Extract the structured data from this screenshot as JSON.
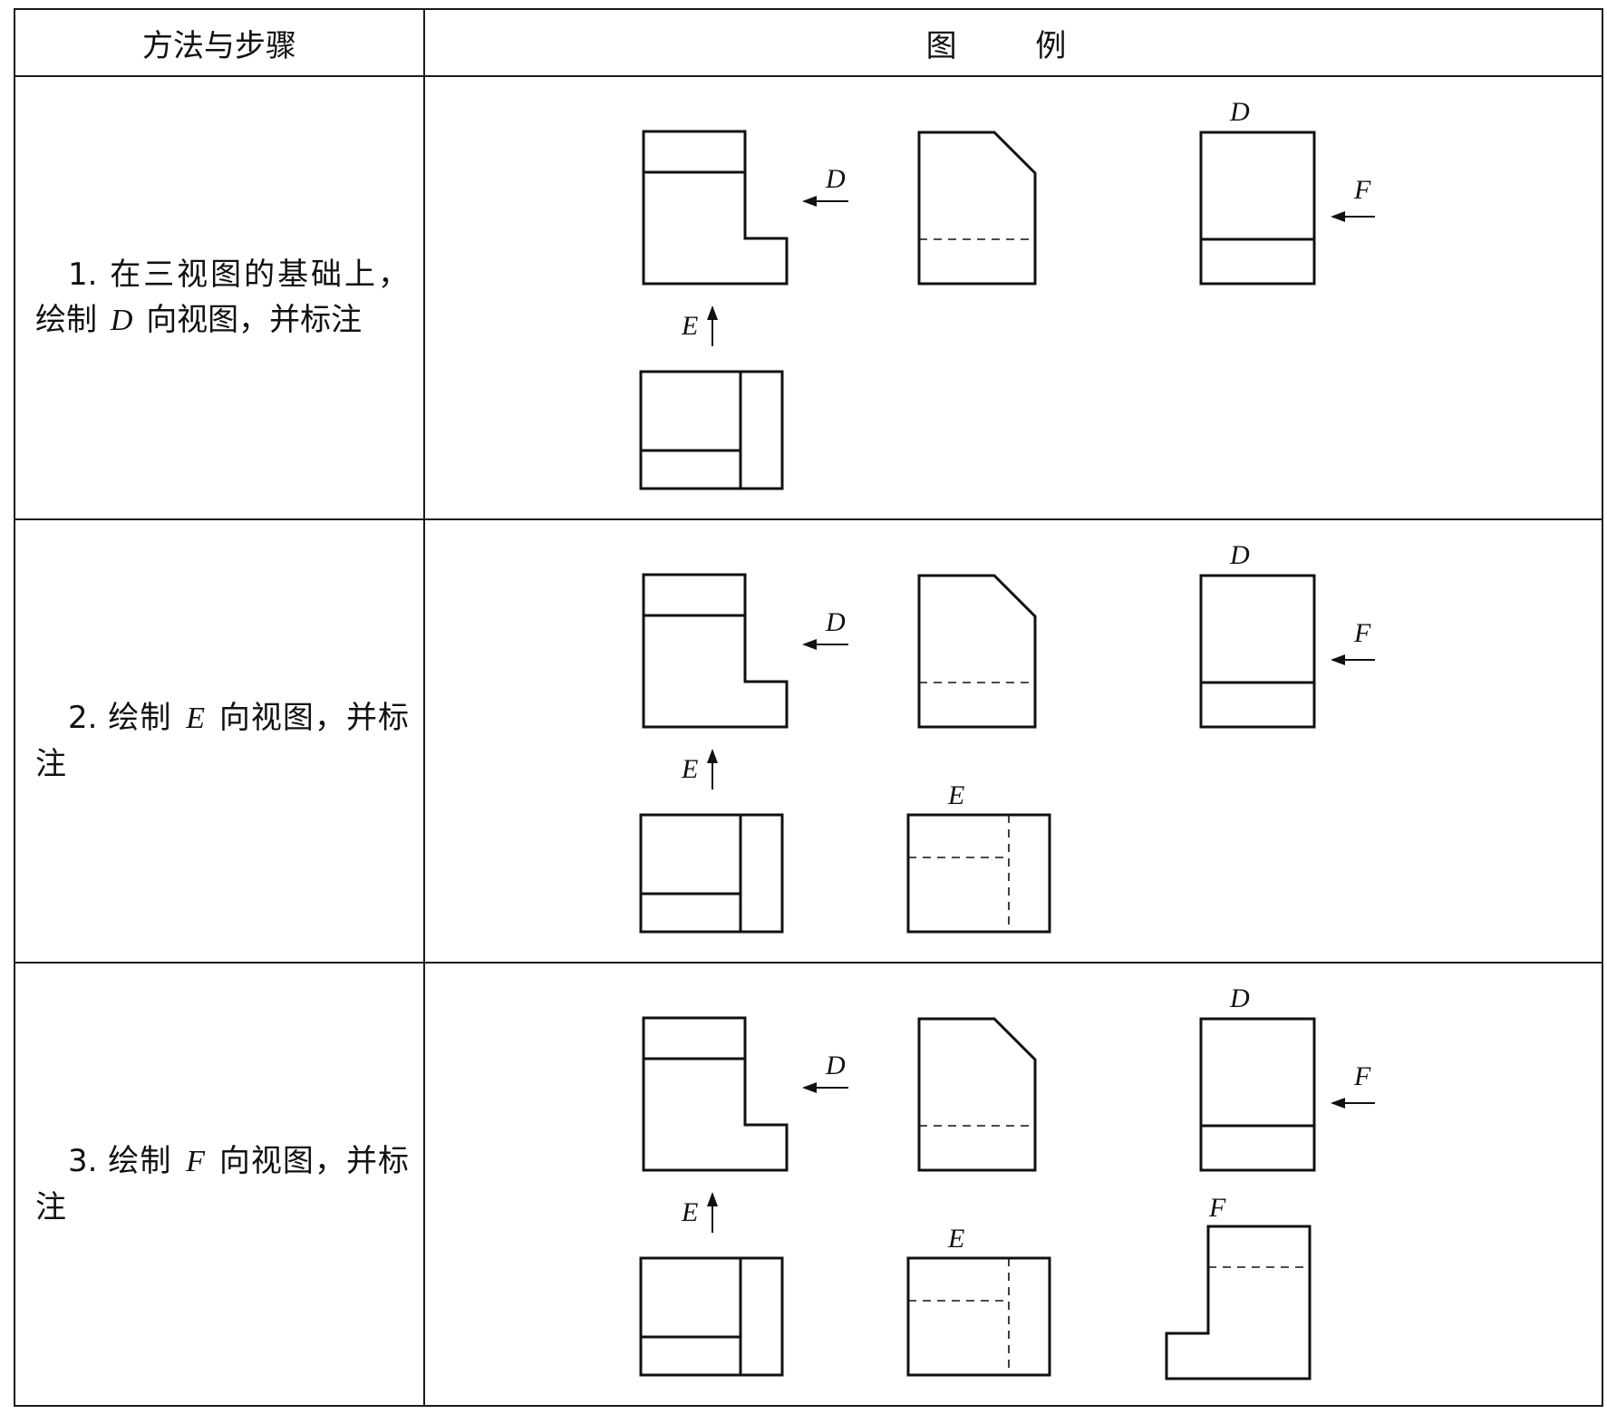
{
  "table": {
    "header": {
      "method": "方法与步骤",
      "illustration": "图 例"
    },
    "steps": [
      {
        "num": "1.",
        "text_a": "在三视图的基础上，绘制",
        "view": "D",
        "text_b": "向视图，并标注"
      },
      {
        "num": "2.",
        "text_a": "绘制",
        "view": "E",
        "text_b": "向视图，并标注"
      },
      {
        "num": "3.",
        "text_a": "绘制",
        "view": "F",
        "text_b": "向视图，并标注"
      }
    ]
  },
  "labels": {
    "D": "D",
    "E": "E",
    "F": "F"
  }
}
